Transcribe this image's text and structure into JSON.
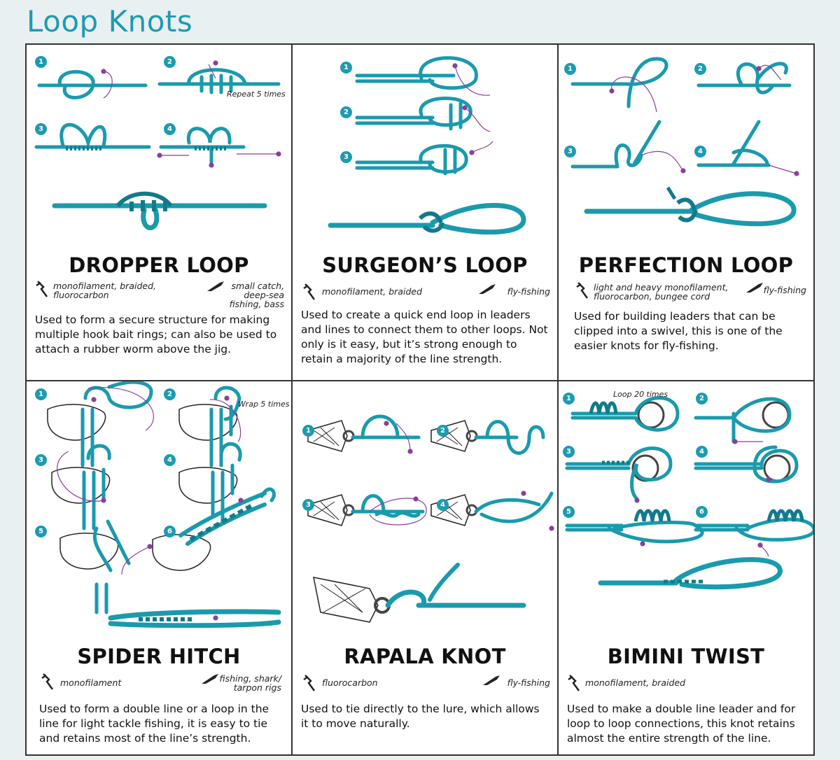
{
  "page": {
    "title": "Loop Knots"
  },
  "colors": {
    "accent": "#1d9bb0",
    "rope": "#1a9aad",
    "rope_dark": "#127a8a",
    "tag": "#8b3f9c",
    "border": "#333333"
  },
  "panels": [
    {
      "id": "dropper-loop",
      "title": "DROPPER LOOP",
      "line_types": "monofilament, braided,\nfluorocarbon",
      "uses": "small catch,\ndeep-sea\nfishing, bass",
      "description": "Used to form a secure structure for making multiple hook bait rings; can also be used to attach a rubber worm above the jig.",
      "steps": [
        "1",
        "2",
        "3",
        "4"
      ],
      "note": "Repeat 5 times"
    },
    {
      "id": "surgeons-loop",
      "title": "SURGEON’S LOOP",
      "line_types": "monofilament, braided",
      "uses": "fly-fishing",
      "description": "Used to create a quick end loop in leaders and lines to connect them to other loops. Not only is it easy, but it’s strong enough to retain a majority of the line strength.",
      "steps": [
        "1",
        "2",
        "3"
      ]
    },
    {
      "id": "perfection-loop",
      "title": "PERFECTION LOOP",
      "line_types": "light and heavy monofilament,\nfluorocarbon, bungee cord",
      "uses": "fly-fishing",
      "description": "Used for building leaders that can be clipped into a swivel, this is one of the easier knots for fly-fishing.",
      "steps": [
        "1",
        "2",
        "3",
        "4"
      ]
    },
    {
      "id": "spider-hitch",
      "title": "SPIDER HITCH",
      "line_types": "monofilament",
      "uses": "fishing, shark/\ntarpon rigs",
      "description": "Used to form a double line or a loop in the line for light tackle fishing, it is easy to tie and retains most of the line’s strength.",
      "steps": [
        "1",
        "2",
        "3",
        "4",
        "5",
        "6"
      ],
      "note": "Wrap 5 times"
    },
    {
      "id": "rapala-knot",
      "title": "RAPALA KNOT",
      "line_types": "fluorocarbon",
      "uses": "fly-fishing",
      "description": "Used to tie directly to the lure, which allows it to move naturally.",
      "steps": [
        "1",
        "2",
        "3",
        "4"
      ]
    },
    {
      "id": "bimini-twist",
      "title": "BIMINI TWIST",
      "line_types": "monofilament, braided",
      "uses": "",
      "description": "Used to make a double line leader and for loop to loop connections, this knot retains almost the entire strength of the line.",
      "steps": [
        "1",
        "2",
        "3",
        "4",
        "5",
        "6"
      ],
      "note": "Loop 20 times"
    }
  ]
}
